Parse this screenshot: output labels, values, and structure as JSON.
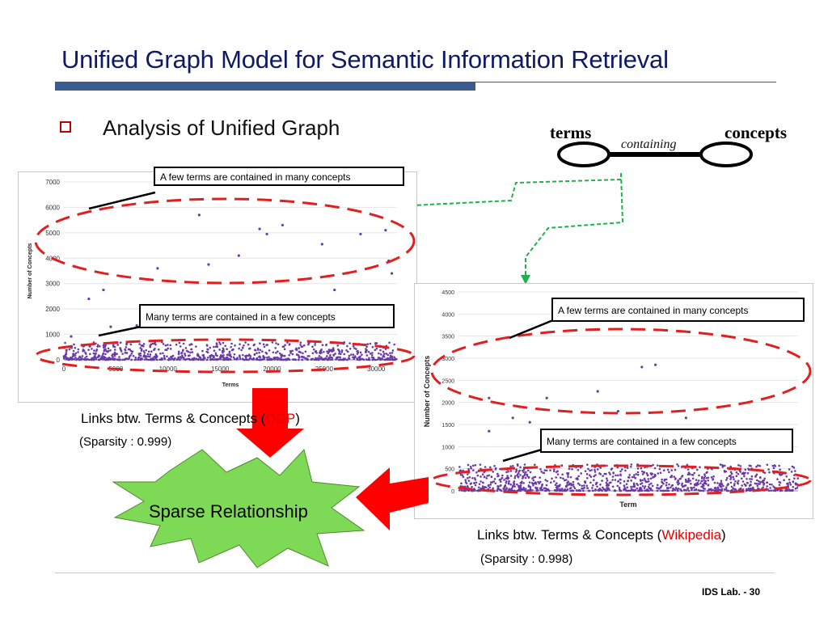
{
  "slide": {
    "title": "Unified Graph Model for Semantic Information Retrieval",
    "bullet": "Analysis of Unified Graph",
    "footer": "IDS Lab. - 30"
  },
  "graph_diagram": {
    "left_node": "terms",
    "right_node": "concepts",
    "edge_label": "containing"
  },
  "callouts": {
    "odp_top": "A few terms are contained in many concepts",
    "odp_bottom": "Many terms are contained in a few concepts",
    "wiki_top": "A few terms are contained in many concepts",
    "wiki_bottom": "Many terms are contained in a few concepts"
  },
  "captions": {
    "odp_prefix": "Links btw. Terms & Concepts (",
    "odp_source": "ODP",
    "odp_suffix": ")",
    "odp_sparsity": "(Sparsity : 0.999)",
    "wiki_prefix": "Links btw. Terms & Concepts (",
    "wiki_source": "Wikipedia",
    "wiki_suffix": ")",
    "wiki_sparsity": "(Sparsity : 0.998)"
  },
  "burst_label": "Sparse Relationship",
  "colors": {
    "title": "#0e1a66",
    "accent_red": "#e00000",
    "dash_ellipse": "#e02020",
    "scatter_point": "#6a3aa8",
    "burst_fill": "#7ed957",
    "arrow_green": "#22b04a"
  },
  "chart_data": [
    {
      "type": "scatter",
      "xlabel": "Terms",
      "ylabel": "Number of Concepts",
      "xlim": [
        0,
        32000
      ],
      "ylim": [
        0,
        7000
      ],
      "xticks": [
        "0",
        "5000",
        "10000",
        "15000",
        "20000",
        "25000",
        "30000"
      ],
      "yticks": [
        "0",
        "1000",
        "2000",
        "3000",
        "4000",
        "5000",
        "6000",
        "7000"
      ],
      "outliers": [
        {
          "x": 700,
          "y": 920
        },
        {
          "x": 2400,
          "y": 2400
        },
        {
          "x": 3800,
          "y": 2750
        },
        {
          "x": 4500,
          "y": 1300
        },
        {
          "x": 9000,
          "y": 3600
        },
        {
          "x": 13000,
          "y": 5700
        },
        {
          "x": 13900,
          "y": 3750
        },
        {
          "x": 16800,
          "y": 4100
        },
        {
          "x": 18800,
          "y": 5150
        },
        {
          "x": 19500,
          "y": 4950
        },
        {
          "x": 21000,
          "y": 5300
        },
        {
          "x": 24800,
          "y": 4550
        },
        {
          "x": 26000,
          "y": 2750
        },
        {
          "x": 28500,
          "y": 4950
        },
        {
          "x": 30900,
          "y": 5100
        },
        {
          "x": 31200,
          "y": 3900
        },
        {
          "x": 31500,
          "y": 3400
        },
        {
          "x": 30500,
          "y": 1900
        },
        {
          "x": 22000,
          "y": 1800
        },
        {
          "x": 11000,
          "y": 1500
        },
        {
          "x": 7000,
          "y": 1350
        }
      ],
      "bulk_range": [
        0,
        700
      ]
    },
    {
      "type": "scatter",
      "xlabel": "Term",
      "ylabel": "Number of Concepts",
      "ylim": [
        0,
        4500
      ],
      "yticks": [
        "0",
        "500",
        "1000",
        "1500",
        "2000",
        "2500",
        "3000",
        "3500",
        "4000",
        "4500"
      ],
      "outliers": [
        {
          "x": 0.09,
          "y": 2100
        },
        {
          "x": 0.09,
          "y": 1350
        },
        {
          "x": 0.18,
          "y": 1900
        },
        {
          "x": 0.16,
          "y": 1650
        },
        {
          "x": 0.21,
          "y": 1550
        },
        {
          "x": 0.26,
          "y": 2100
        },
        {
          "x": 0.41,
          "y": 2250
        },
        {
          "x": 0.54,
          "y": 2800
        },
        {
          "x": 0.58,
          "y": 2850
        },
        {
          "x": 0.67,
          "y": 1650
        },
        {
          "x": 0.75,
          "y": 1200
        },
        {
          "x": 0.85,
          "y": 1000
        },
        {
          "x": 0.93,
          "y": 950
        },
        {
          "x": 0.3,
          "y": 1100
        },
        {
          "x": 0.47,
          "y": 1800
        }
      ],
      "bulk_range": [
        0,
        600
      ]
    }
  ]
}
